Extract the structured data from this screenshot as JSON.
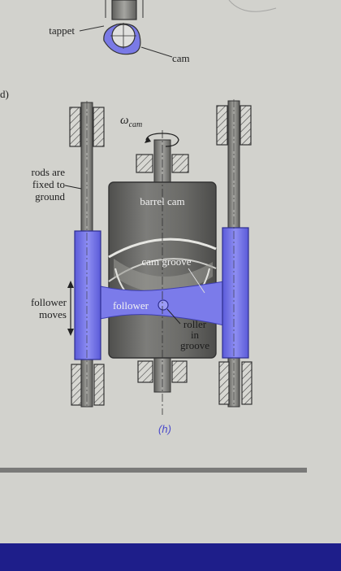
{
  "figure": {
    "part_label_top": "d)",
    "caption": "(h)",
    "omega_symbol": "ω",
    "omega_sub": "cam"
  },
  "top_labels": {
    "tappet": "tappet",
    "cam": "cam"
  },
  "labels": {
    "rods_fixed": [
      "rods are",
      "fixed to",
      "ground"
    ],
    "follower_moves": [
      "follower",
      "moves"
    ],
    "barrel_cam": "barrel cam",
    "cam_groove": "cam groove",
    "follower": "follower",
    "roller": [
      "roller",
      "in",
      "groove"
    ]
  },
  "colors": {
    "follower_blue": "#6e6ee8",
    "follower_blue_light": "#8f8ff5",
    "cam_gray": "#6d6d6b",
    "rod_gray": "#8c8c89",
    "hatch": "#444444",
    "paper": "#d2d2cd",
    "bottom_band": "#1e1e8a"
  }
}
